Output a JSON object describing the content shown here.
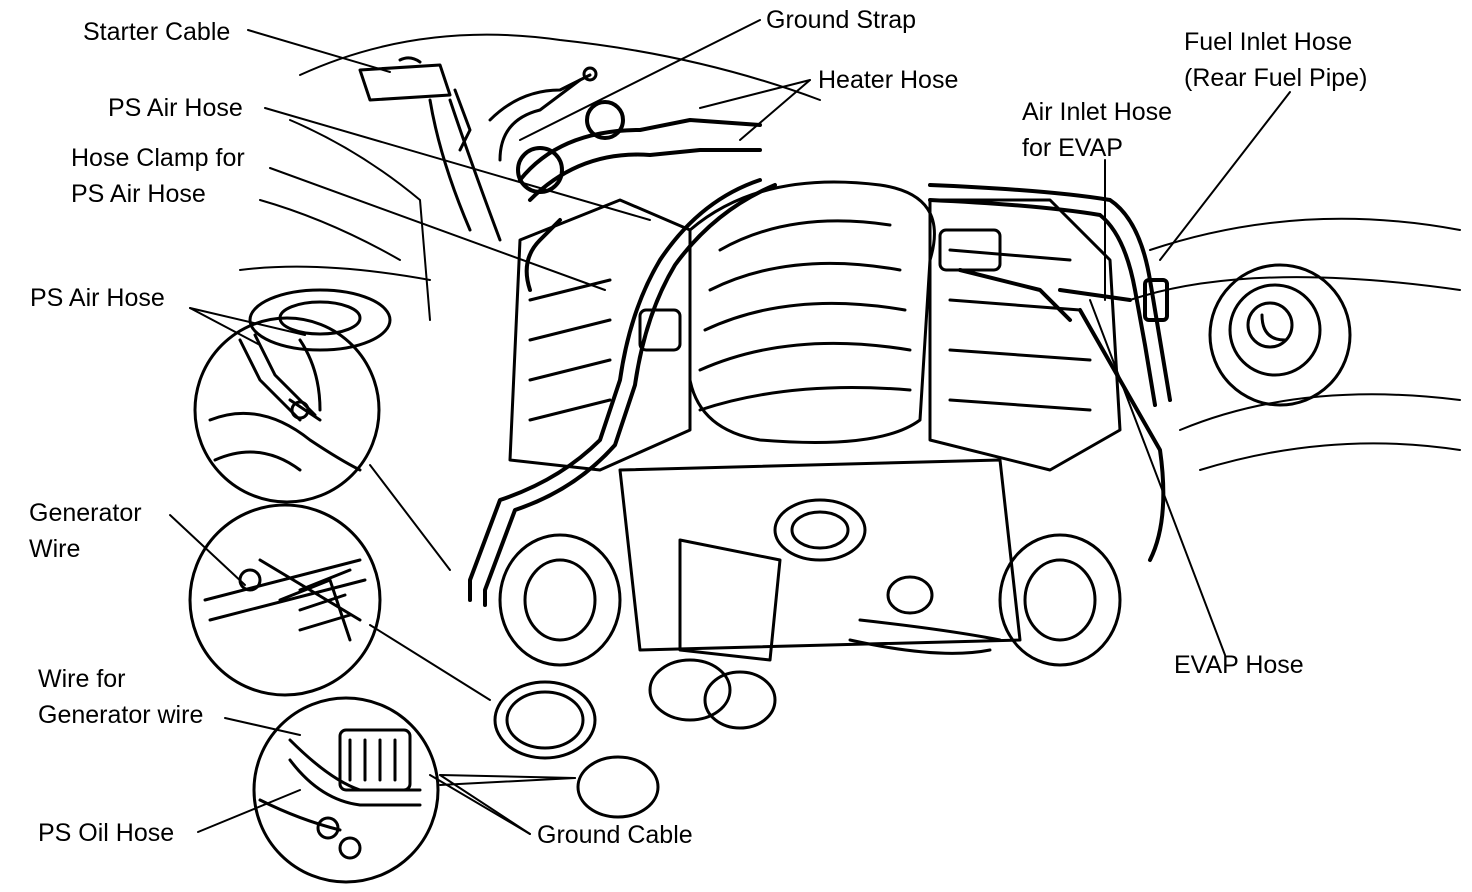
{
  "labels": {
    "starter_cable": "Starter Cable",
    "ground_strap": "Ground Strap",
    "heater_hose": "Heater Hose",
    "fuel_inlet_hose": "Fuel Inlet Hose\n(Rear Fuel Pipe)",
    "ps_air_hose_top": "PS Air Hose",
    "air_inlet_hose_evap": "Air Inlet Hose\nfor EVAP",
    "hose_clamp": "Hose Clamp for\nPS Air Hose",
    "ps_air_hose_detail": "PS Air Hose",
    "generator_wire": "Generator\nWire",
    "evap_hose": "EVAP Hose",
    "wire_for_generator_wire": "Wire for\nGenerator wire",
    "ps_oil_hose": "PS Oil Hose",
    "ground_cable": "Ground Cable"
  },
  "colors": {
    "ink": "#000000",
    "paper": "#ffffff"
  }
}
